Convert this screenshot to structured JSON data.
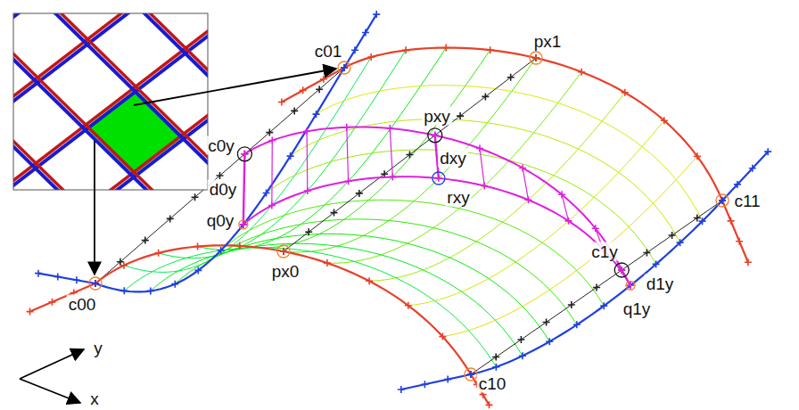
{
  "diagram": {
    "labels": [
      "c01",
      "px1",
      "c0y",
      "pxy",
      "d0y",
      "dxy",
      "q0y",
      "rxy",
      "c11",
      "c00",
      "px0",
      "c1y",
      "q1y",
      "d1y",
      "c10",
      "y",
      "x"
    ]
  }
}
